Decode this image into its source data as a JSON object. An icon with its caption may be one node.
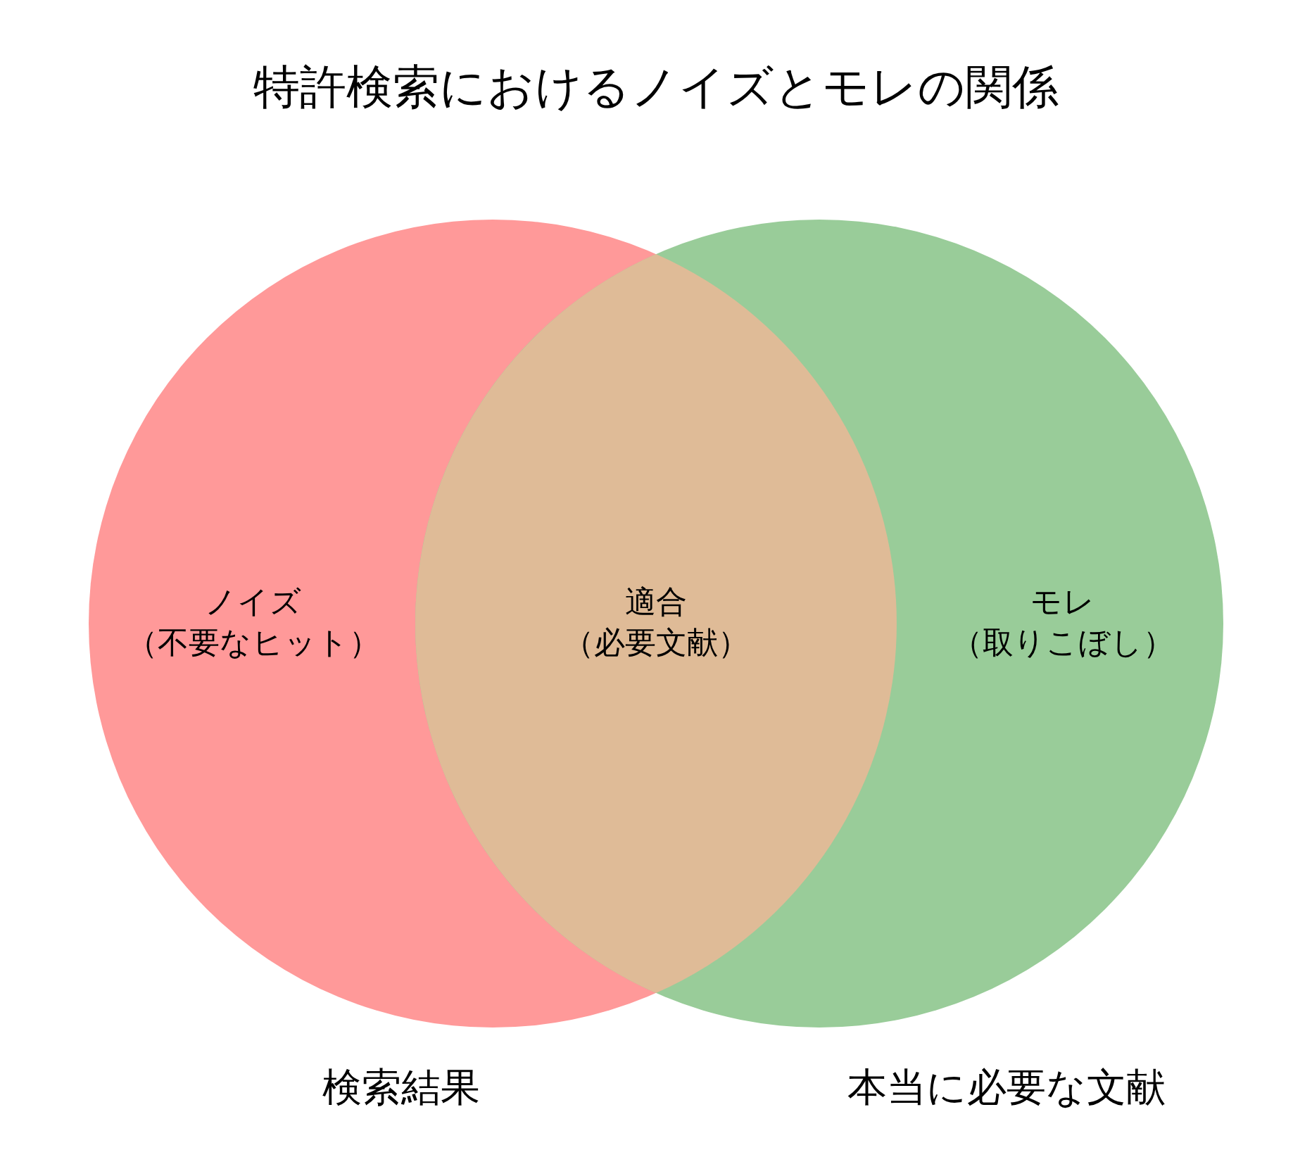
{
  "diagram": {
    "title": "特許検索におけるノイズとモレの関係",
    "nodes": [
      {
        "text": [
          "検索結果"
        ]
      },
      {
        "text": [
          "ノイズ",
          "（不要なヒット）"
        ],
        "in": 0
      },
      {
        "text": [
          "適合",
          "（必要文献）"
        ]
      },
      {
        "text": [
          "本当に必要な文献"
        ]
      },
      {
        "text": [
          "モレ",
          "（取りこぼし）"
        ],
        "in": 3
      }
    ]
  }
}
